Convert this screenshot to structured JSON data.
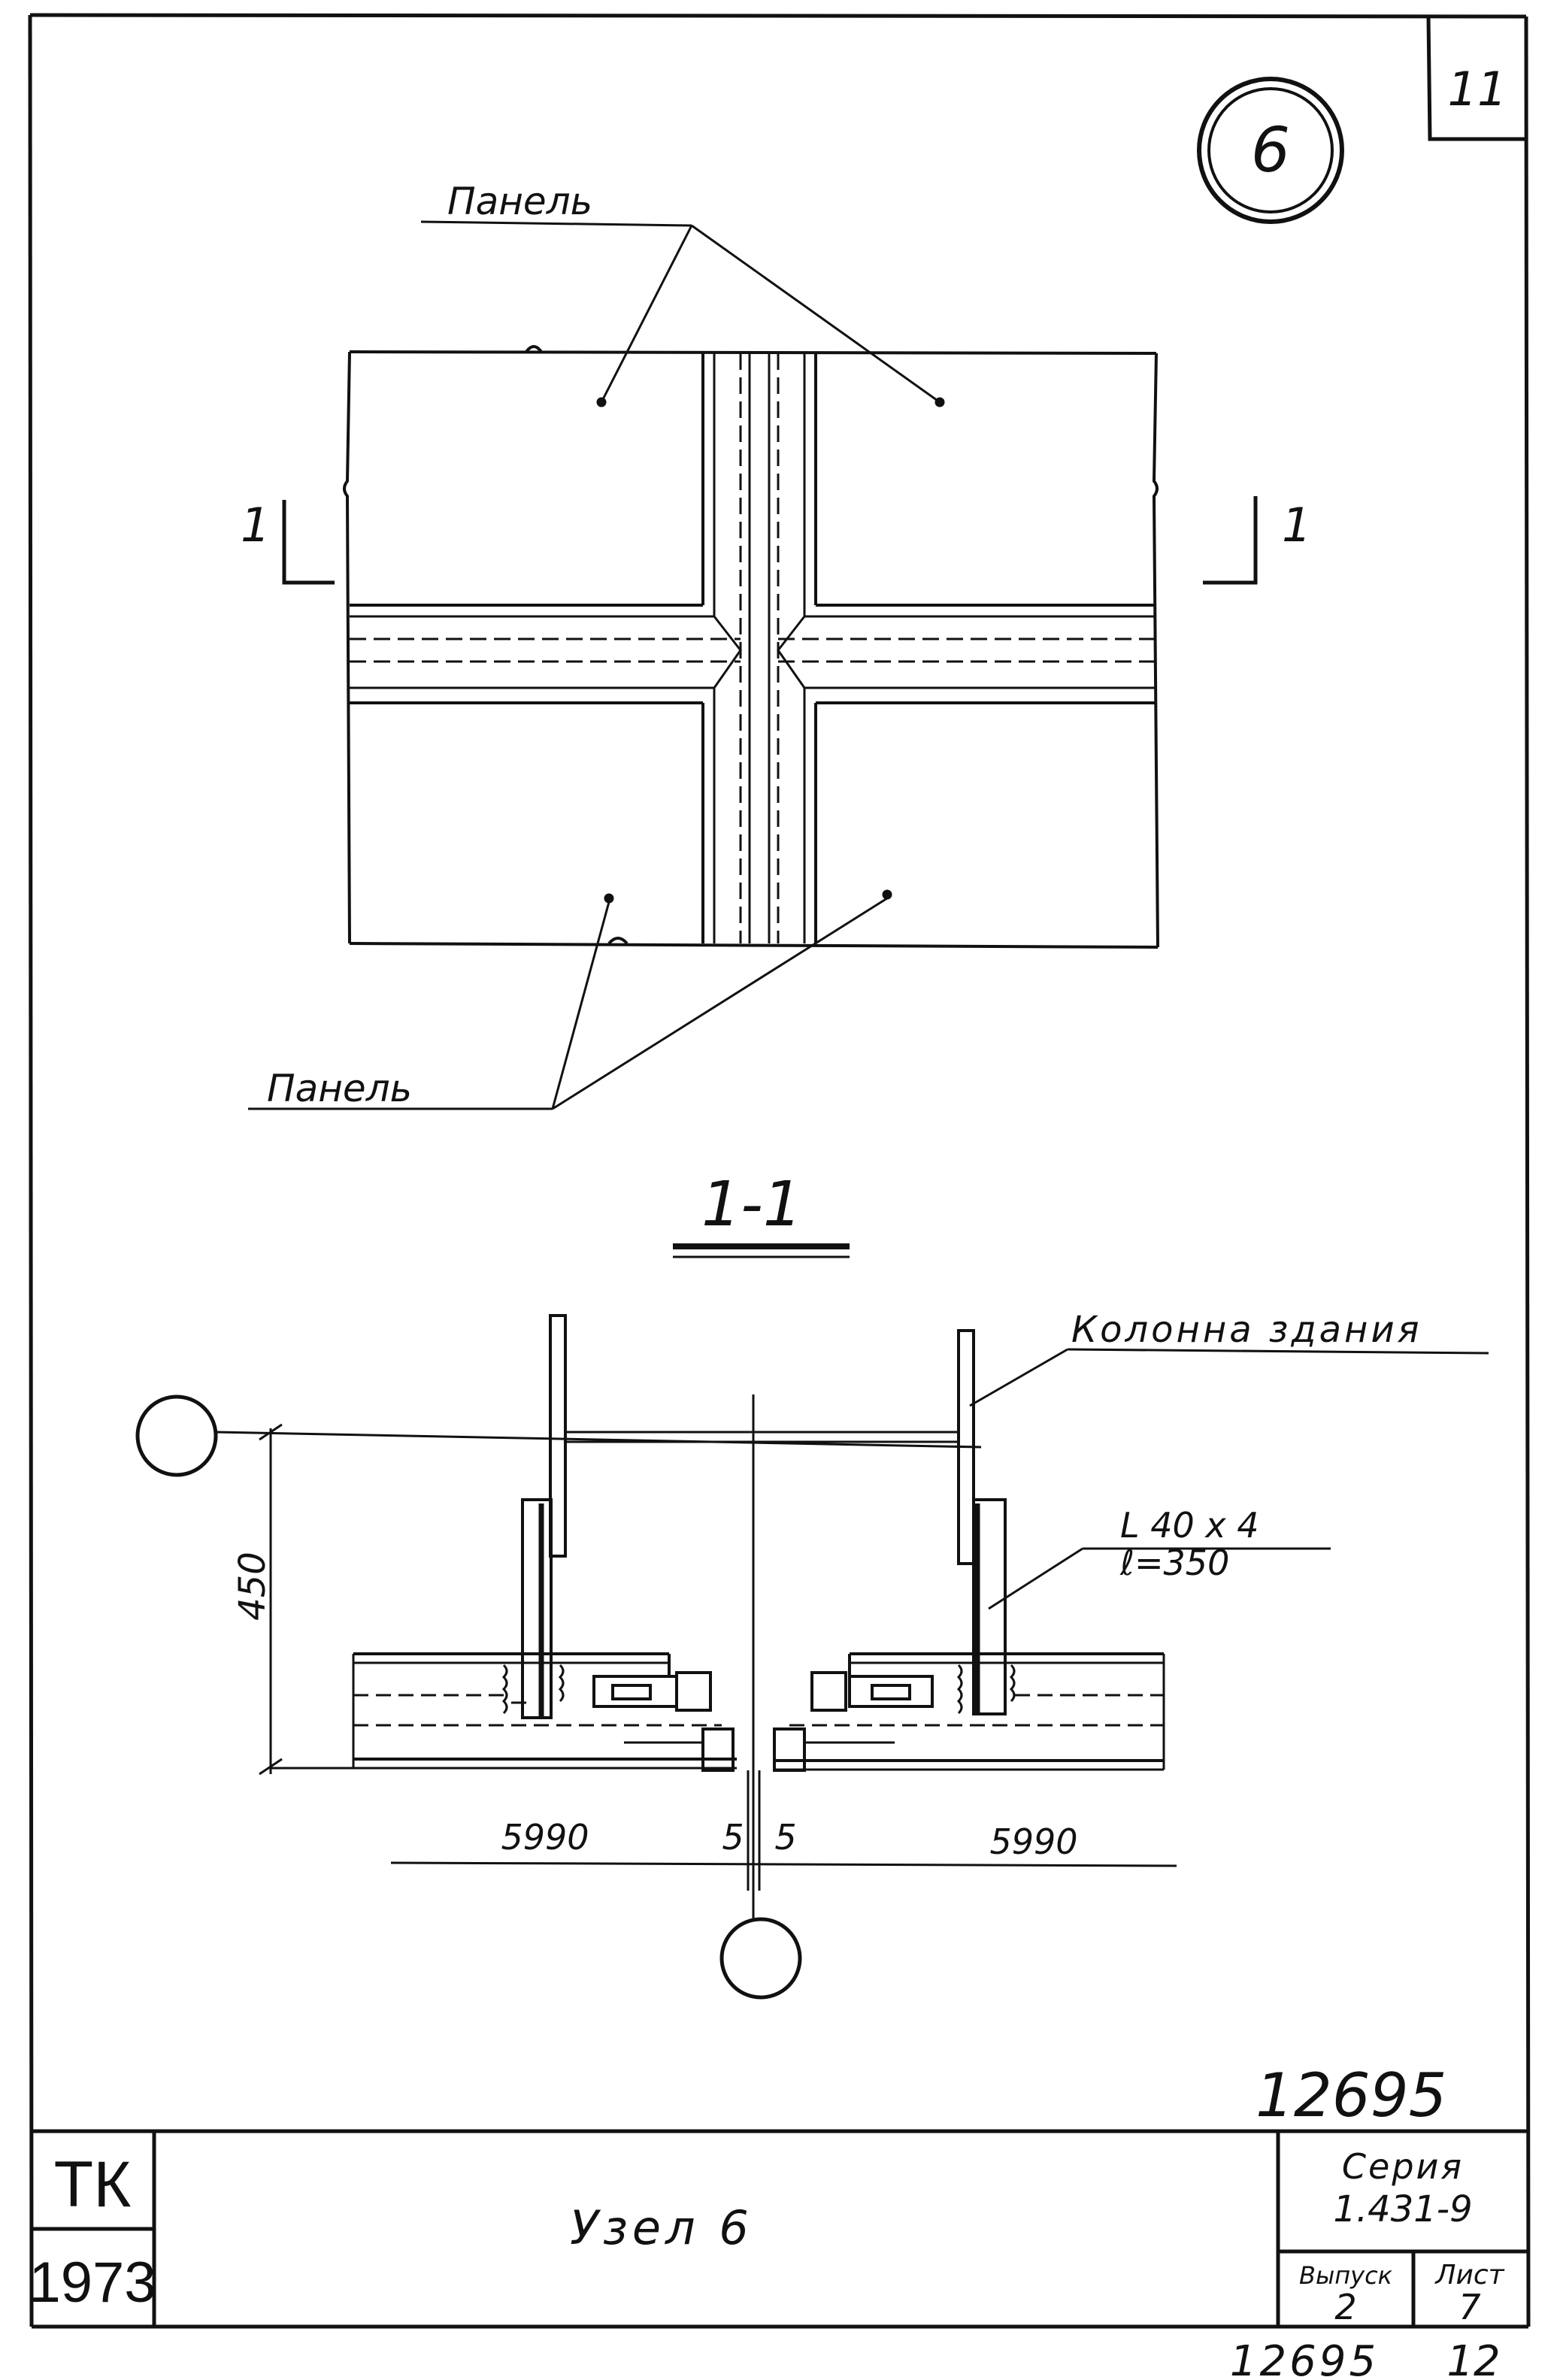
{
  "node_badge": "6",
  "sheet_corner": "11",
  "panel_label_top": "Панель",
  "panel_label_bottom": "Панель",
  "section_mark_left": "1",
  "section_mark_right": "1",
  "section_title": "1-1",
  "column_label": "Колонна здания",
  "angle_label": "L 40 x 4",
  "angle_length": "ℓ=350",
  "dimensions": {
    "height": "450",
    "left_width": "5990",
    "gap_left": "5",
    "gap_right": "5",
    "right_width": "5990"
  },
  "stamp_number": "12695",
  "title_block": {
    "org": "ТК",
    "year": "1973",
    "title": "Узел 6",
    "series_label": "Серия",
    "series_value": "1.431-9",
    "issue_label": "Выпуск",
    "issue_value": "2",
    "sheet_label": "Лист",
    "sheet_value": "7"
  },
  "footer_number": "12695",
  "footer_page": "12"
}
